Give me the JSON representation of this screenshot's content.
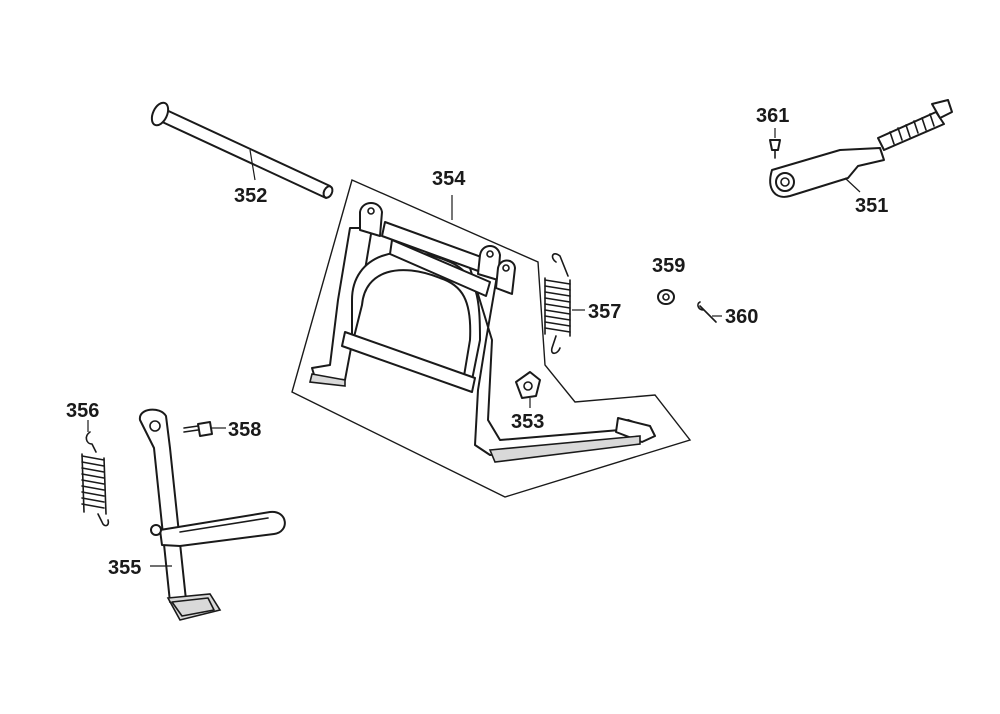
{
  "callouts": {
    "p351": "351",
    "p352": "352",
    "p353": "353",
    "p354": "354",
    "p355": "355",
    "p356": "356",
    "p357": "357",
    "p358": "358",
    "p359": "359",
    "p360": "360",
    "p361": "361"
  },
  "colors": {
    "line": "#1a1a1a",
    "background": "#ffffff",
    "shade": "#d9d9d9"
  }
}
